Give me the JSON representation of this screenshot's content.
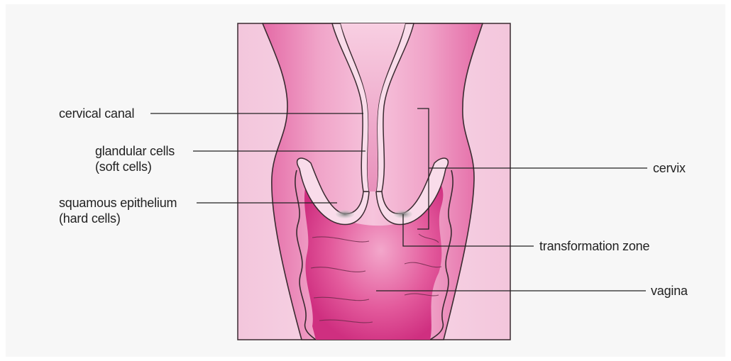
{
  "labels": {
    "cervical_canal": "cervical canal",
    "glandular_cells_line1": "glandular cells",
    "glandular_cells_line2": "(soft cells)",
    "squamous_line1": "squamous epithelium",
    "squamous_line2": "(hard cells)",
    "cervix": "cervix",
    "transformation_zone": "transformation zone",
    "vagina": "vagina"
  },
  "colors": {
    "background": "#f7f7f7",
    "tissue_light": "#f2bfd8",
    "tissue_mid": "#e879ad",
    "tissue_deep": "#d63d8a",
    "lining_pale": "#f9dcea",
    "outline": "#3a2a30",
    "leader_line": "#222222"
  }
}
